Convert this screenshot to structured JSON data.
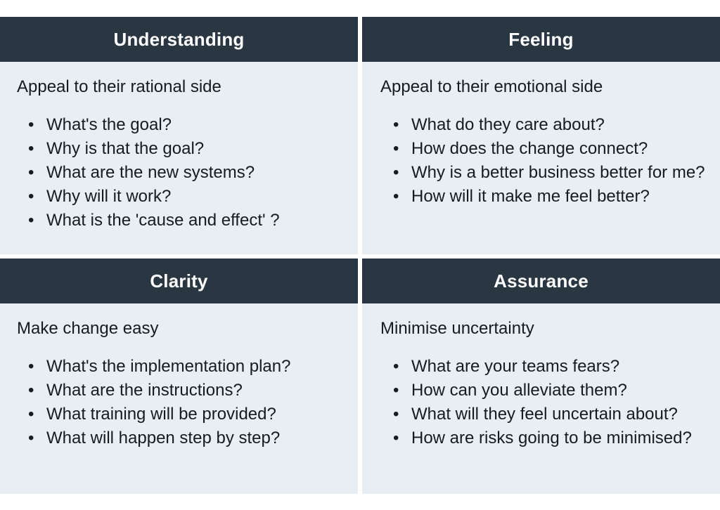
{
  "layout": {
    "type": "2x2-quadrant-grid",
    "header_color": "#2a3742",
    "body_color": "#e9eef2",
    "text_color": "#141c22",
    "header_text_color": "#ffffff",
    "bullet_glyph": "•"
  },
  "quadrants": [
    {
      "id": "understanding",
      "title": "Understanding",
      "intro": "Appeal to their rational side",
      "items": [
        "What's the goal?",
        "Why is that the goal?",
        "What are the new systems?",
        "Why will it work?",
        "What is the 'cause and effect' ?"
      ]
    },
    {
      "id": "feeling",
      "title": "Feeling",
      "intro": "Appeal to their emotional side",
      "items": [
        "What do they care about?",
        "How does the change connect?",
        "Why is a better business better for me?",
        "How will it make me feel better?"
      ]
    },
    {
      "id": "clarity",
      "title": "Clarity",
      "intro": "Make change easy",
      "items": [
        "What's the implementation plan?",
        "What are the instructions?",
        "What training will be provided?",
        "What will happen step by step?"
      ]
    },
    {
      "id": "assurance",
      "title": "Assurance",
      "intro": "Minimise uncertainty",
      "items": [
        "What are your teams fears?",
        "How can you alleviate them?",
        "What will they feel uncertain about?",
        "How are risks going to be minimised?"
      ]
    }
  ]
}
